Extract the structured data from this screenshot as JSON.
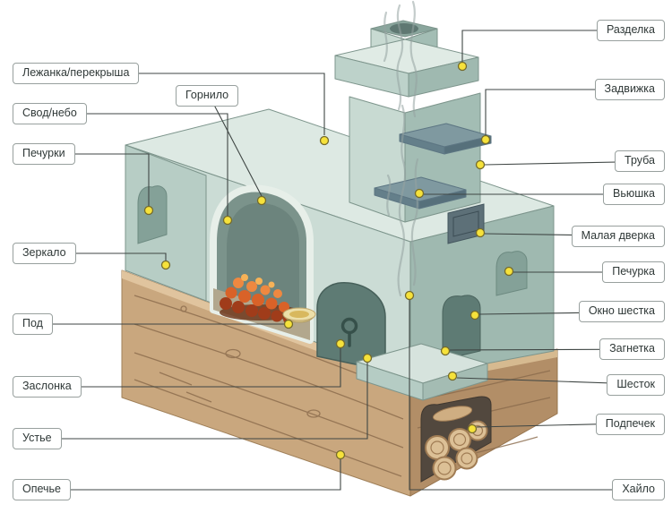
{
  "colors": {
    "anchor_dot": "#f6e23b",
    "leader_line": "#3f4644",
    "stove_body": "#c5d8d0",
    "wood": "#c9a77e",
    "smoke": "#95a3a1",
    "coals": "#d96228"
  },
  "labels": [
    {
      "text": "Лежанка/перекрыша",
      "side": "left"
    },
    {
      "text": "Горнило",
      "side": "top"
    },
    {
      "text": "Свод/небо",
      "side": "left"
    },
    {
      "text": "Печурки",
      "side": "left"
    },
    {
      "text": "Зеркало",
      "side": "left"
    },
    {
      "text": "Под",
      "side": "left"
    },
    {
      "text": "Заслонка",
      "side": "left"
    },
    {
      "text": "Устье",
      "side": "left"
    },
    {
      "text": "Опечье",
      "side": "left"
    },
    {
      "text": "Разделка",
      "side": "right"
    },
    {
      "text": "Задвижка",
      "side": "right"
    },
    {
      "text": "Труба",
      "side": "right"
    },
    {
      "text": "Вьюшка",
      "side": "right"
    },
    {
      "text": "Малая дверка",
      "side": "right"
    },
    {
      "text": "Печурка",
      "side": "right"
    },
    {
      "text": "Окно шестка",
      "side": "right"
    },
    {
      "text": "Загнетка",
      "side": "right"
    },
    {
      "text": "Шесток",
      "side": "right"
    },
    {
      "text": "Подпечек",
      "side": "right"
    },
    {
      "text": "Хайло",
      "side": "right"
    }
  ]
}
